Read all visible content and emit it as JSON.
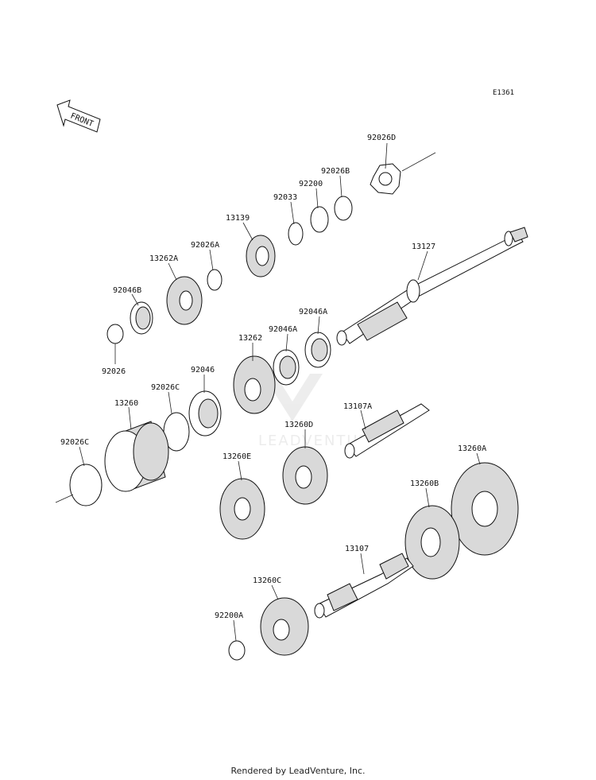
{
  "diagram_code": "E1361",
  "front_label": "FRONT",
  "watermark": "LEADVENTURE",
  "footer": "Rendered by LeadVenture, Inc.",
  "parts": {
    "p92026D": "92026D",
    "p92026B": "92026B",
    "p92200": "92200",
    "p92033": "92033",
    "p13139": "13139",
    "p92026A": "92026A",
    "p13262A": "13262A",
    "p92046B": "92046B",
    "p92026": "92026",
    "p13127": "13127",
    "p92046A_1": "92046A",
    "p92046A_2": "92046A",
    "p13262": "13262",
    "p92046": "92046",
    "p92026C_1": "92026C",
    "p13260": "13260",
    "p92026C_2": "92026C",
    "p13107A": "13107A",
    "p13260D": "13260D",
    "p13260E": "13260E",
    "p13260A": "13260A",
    "p13260B": "13260B",
    "p13107": "13107",
    "p13260C": "13260C",
    "p92200A": "92200A"
  }
}
